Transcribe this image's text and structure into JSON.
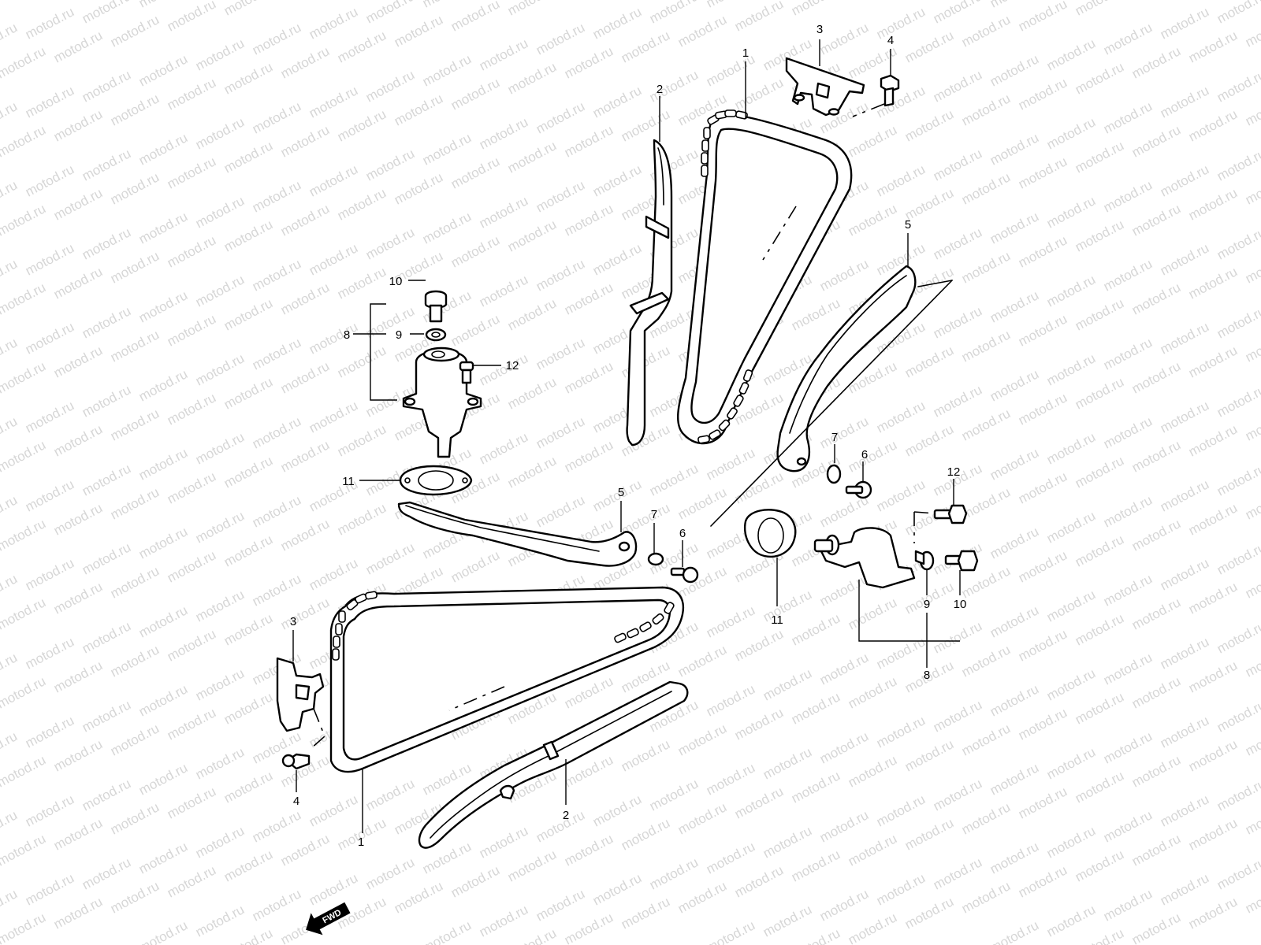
{
  "watermark": "motod.ru",
  "fwd_label": "FWD",
  "callouts": {
    "upper": [
      {
        "id": "1",
        "text": "1"
      },
      {
        "id": "2",
        "text": "2"
      },
      {
        "id": "3",
        "text": "3"
      },
      {
        "id": "4",
        "text": "4"
      },
      {
        "id": "5",
        "text": "5"
      },
      {
        "id": "6",
        "text": "6"
      },
      {
        "id": "7",
        "text": "7"
      },
      {
        "id": "8",
        "text": "8"
      },
      {
        "id": "9",
        "text": "9"
      },
      {
        "id": "10",
        "text": "10"
      },
      {
        "id": "11",
        "text": "11"
      },
      {
        "id": "12",
        "text": "12"
      }
    ],
    "lower": [
      {
        "id": "1",
        "text": "1"
      },
      {
        "id": "2",
        "text": "2"
      },
      {
        "id": "3",
        "text": "3"
      },
      {
        "id": "4",
        "text": "4"
      },
      {
        "id": "5",
        "text": "5"
      },
      {
        "id": "6",
        "text": "6"
      },
      {
        "id": "7",
        "text": "7"
      },
      {
        "id": "8",
        "text": "8"
      },
      {
        "id": "9",
        "text": "9"
      },
      {
        "id": "10",
        "text": "10"
      },
      {
        "id": "11",
        "text": "11"
      },
      {
        "id": "12",
        "text": "12"
      }
    ]
  }
}
